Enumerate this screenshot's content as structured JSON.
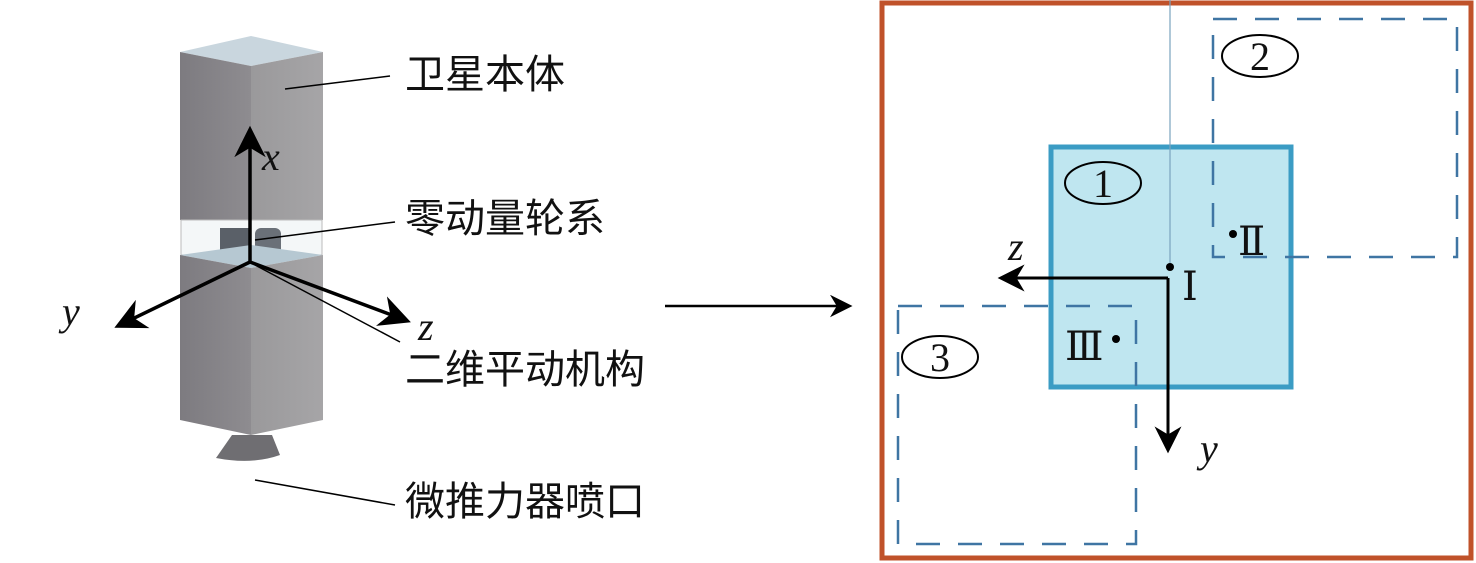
{
  "left": {
    "labels": {
      "satellite_body": "卫星本体",
      "zero_momentum_wheel": "零动量轮系",
      "planar_mechanism": "二维平动机构",
      "thruster_nozzle": "微推力器喷口"
    },
    "axes": {
      "x": "x",
      "y": "y",
      "z": "z"
    }
  },
  "right": {
    "regions": [
      "1",
      "2",
      "3"
    ],
    "points": [
      "I",
      "II",
      "III"
    ],
    "axes": {
      "z": "z",
      "y": "y"
    },
    "colors": {
      "frame": "#c0522a",
      "region": "#bfe6f0",
      "region_border": "#3b9cc4",
      "dashed": "#3f75a3"
    }
  }
}
